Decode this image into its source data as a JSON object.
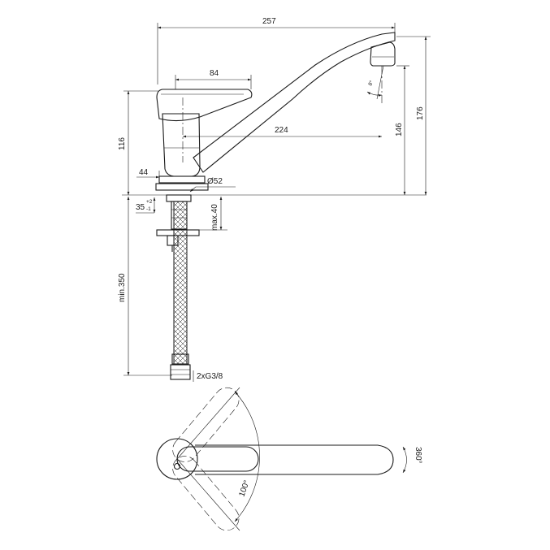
{
  "dimensions": {
    "spout_reach": "257",
    "lever_length": "84",
    "spout_outlet_reach": "224",
    "body_height": "116",
    "spout_height": "146",
    "total_height": "176",
    "base_offset": "44",
    "base_diameter": "Ø52",
    "deck_thickness": "35",
    "deck_tolerance_upper": "+2",
    "deck_tolerance_lower": "-1",
    "max_deck": "max.40",
    "hose_length": "min.350",
    "connections": "2xG3/8",
    "aerator_angle": "8°",
    "lever_rotation": "100°",
    "spout_rotation": "360°"
  },
  "colors": {
    "line": "#1a1a1a",
    "background": "#ffffff"
  }
}
